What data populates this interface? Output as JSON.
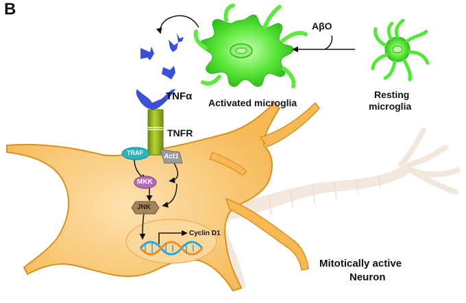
{
  "panel_letter": "B",
  "labels": {
    "abo": "AβO",
    "activated_microglia": "Activated microglia",
    "resting_microglia_line1": "Resting",
    "resting_microglia_line2": "microglia",
    "tnfa": "TNFα",
    "tnfr": "TNFR",
    "neuron_line1": "Mitotically active",
    "neuron_line2": "Neuron"
  },
  "molecules": {
    "traf": "TRAF",
    "act1": "Act1",
    "mkk": "MKK",
    "jnk": "JNK",
    "cyclin_d1": "Cyclin D1"
  },
  "colors": {
    "microglia": "#55e63a",
    "tnfa_ligand": "#3b4fd8",
    "tnfr_receptor": "#8fae1b",
    "neuron_body": "#f7c26a",
    "neuron_outline": "#d98f1e",
    "nucleus": "#fbd89a",
    "traf": "#2fb2b8",
    "act1": "#9a9a9a",
    "mkk": "#b46ab5",
    "jnk": "#a5845a"
  }
}
